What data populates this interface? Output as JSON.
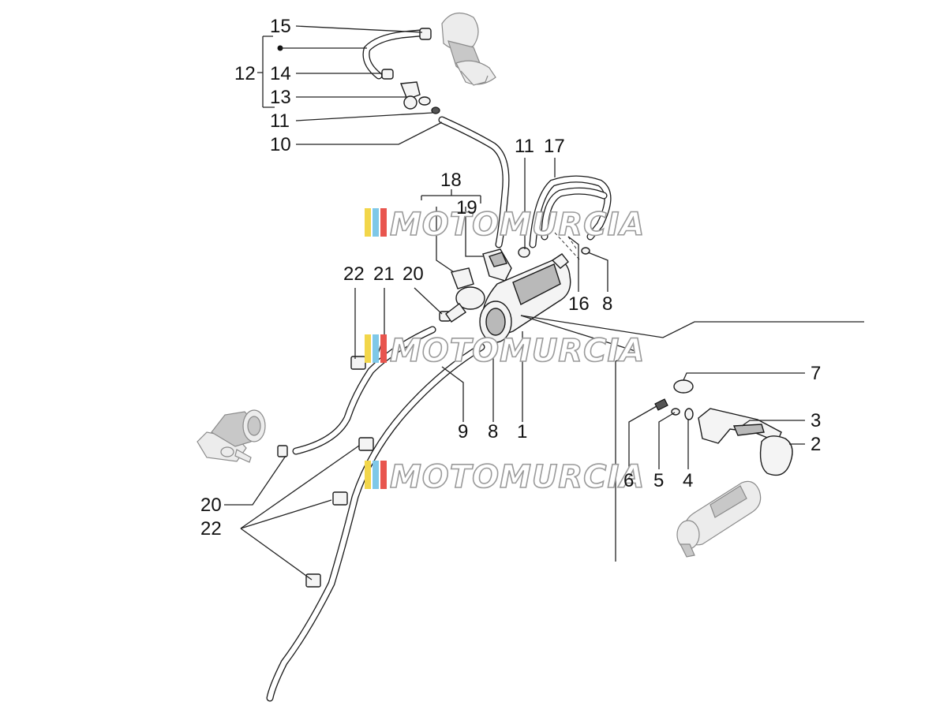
{
  "watermark": {
    "text": "MOTOMURCIA",
    "stripe_colors": [
      "#f2d64a",
      "#7fc8e8",
      "#e8554e"
    ]
  },
  "labels": {
    "l15": "15",
    "l12": "12",
    "l14": "14",
    "l13": "13",
    "l11a": "11",
    "l10": "10",
    "l11b": "11",
    "l17": "17",
    "l18": "18",
    "l19": "19",
    "l22a": "22",
    "l21": "21",
    "l20a": "20",
    "l16": "16",
    "l8a": "8",
    "l7": "7",
    "l3": "3",
    "l2": "2",
    "l9": "9",
    "l8b": "8",
    "l1": "1",
    "l6": "6",
    "l5": "5",
    "l4": "4",
    "l20b": "20",
    "l22b": "22"
  },
  "icons": [
    "fuel-tank-cap-icon",
    "throttle-body-icon",
    "fuel-pump-icon",
    "fuel-filter-icon",
    "hose-clamp-icon",
    "bracket-icon"
  ]
}
